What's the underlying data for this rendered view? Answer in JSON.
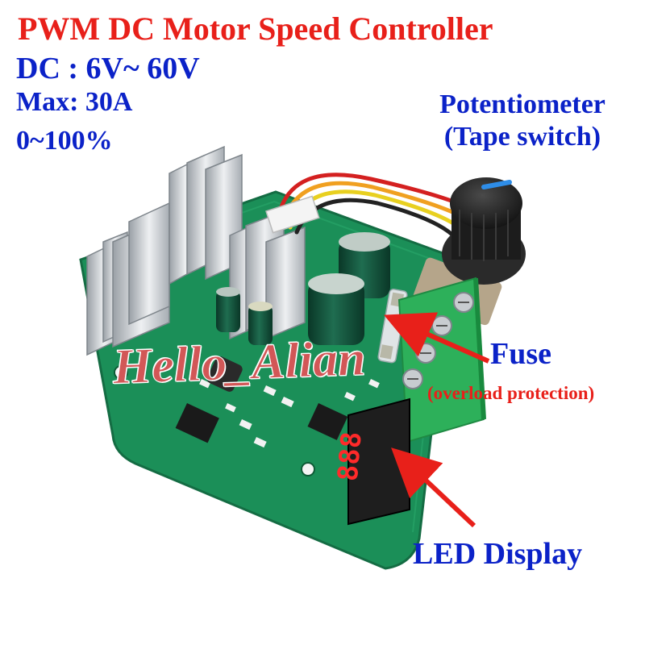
{
  "title": "PWM DC Motor Speed Controller",
  "specs": {
    "voltage": "DC : 6V~ 60V",
    "current": "Max: 30A",
    "range": "0~100%"
  },
  "labels": {
    "potentiometer": "Potentiometer",
    "potentiometer_note": "(Tape switch)",
    "fuse": "Fuse",
    "fuse_note": "(overload protection)",
    "led_display": "LED Display"
  },
  "watermark": "Hello_Alian",
  "led_digits": "888",
  "colors": {
    "title": "#e8201a",
    "spec_text": "#0b22c8",
    "arrow": "#e8201a",
    "pcb": "#1b8f58",
    "capacitor": "#0f4a36",
    "terminal": "#2db05a",
    "heatsink": "#c8ccd0",
    "knob": "#222222",
    "led": "#ff2a2a"
  },
  "icons": [
    "arrow-fuse-icon",
    "arrow-led-icon"
  ]
}
